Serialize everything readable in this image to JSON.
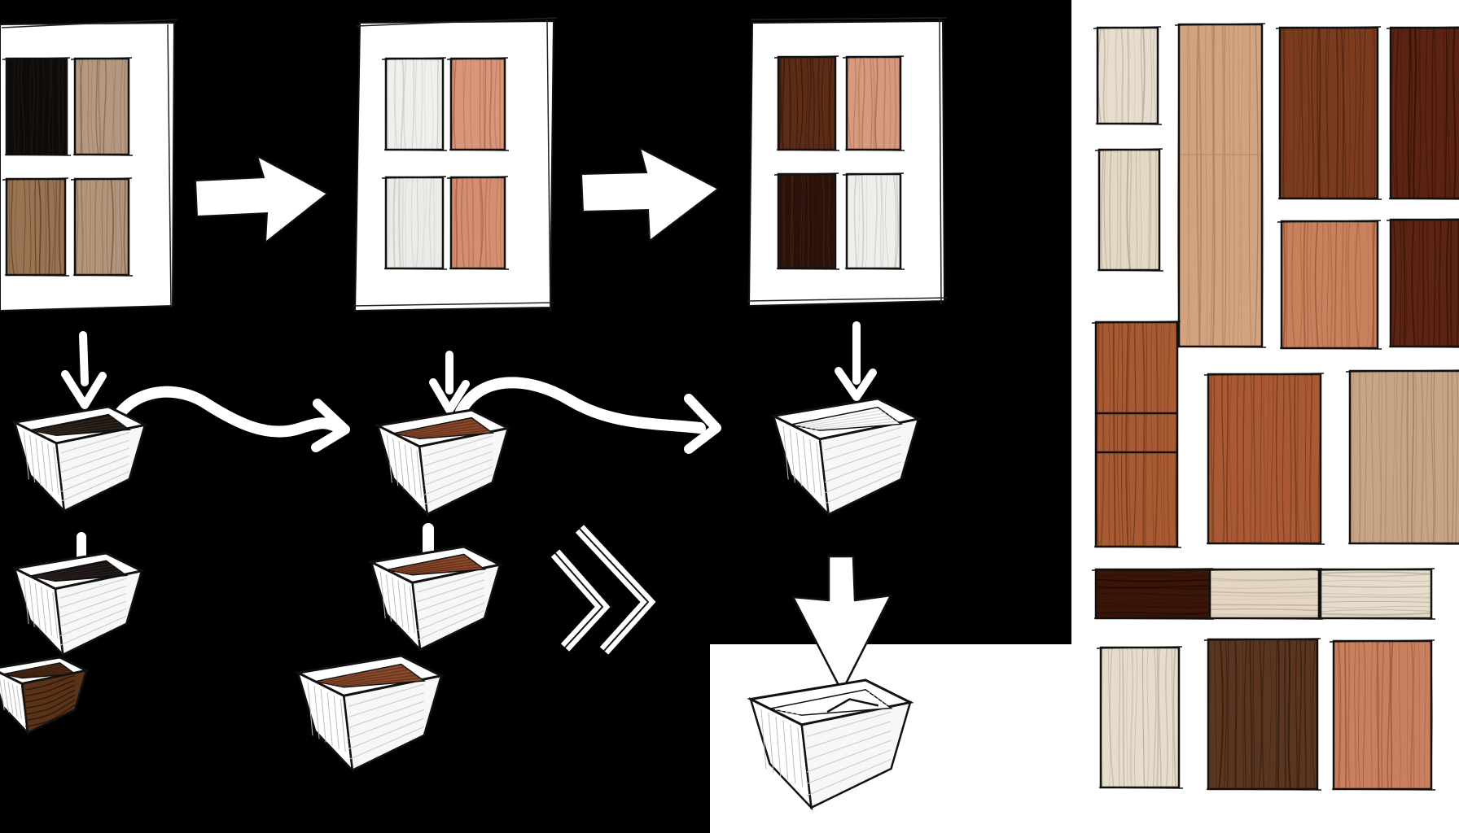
{
  "diagram": {
    "background": "#000000",
    "paper": "#ffffff",
    "ink": "#111111",
    "arrow_color": "#ffffff"
  },
  "palette_cards": [
    {
      "id": "card-1",
      "swatches": [
        {
          "wood": "ebony",
          "base": "#0e0b09",
          "grain": "#2a211b"
        },
        {
          "wood": "walnut-light",
          "base": "#b49980",
          "grain": "#7f6654"
        },
        {
          "wood": "walnut",
          "base": "#9a7352",
          "grain": "#5b3d26"
        },
        {
          "wood": "walnut-light",
          "base": "#b2957b",
          "grain": "#7a5c45"
        }
      ]
    },
    {
      "id": "card-2",
      "swatches": [
        {
          "wood": "white-oak",
          "base": "#efefec",
          "grain": "#c9c9c4"
        },
        {
          "wood": "cherry",
          "base": "#d8967a",
          "grain": "#a8654b"
        },
        {
          "wood": "white-oak",
          "base": "#ecebe8",
          "grain": "#c5c5bf"
        },
        {
          "wood": "cherry",
          "base": "#d48f72",
          "grain": "#a35f44"
        }
      ]
    },
    {
      "id": "card-3",
      "swatches": [
        {
          "wood": "mahogany-dark",
          "base": "#5c2c17",
          "grain": "#2e140a"
        },
        {
          "wood": "cherry",
          "base": "#d69a7f",
          "grain": "#a7664c"
        },
        {
          "wood": "ebony-brown",
          "base": "#2a120a",
          "grain": "#4a2517"
        },
        {
          "wood": "white-oak",
          "base": "#eeeeeb",
          "grain": "#c4c4bf"
        }
      ]
    }
  ],
  "bins": [
    {
      "id": "bin-1",
      "fill": "#1a1410",
      "grain": "#3a2e24"
    },
    {
      "id": "bin-2",
      "fill": "#8b4a2d",
      "grain": "#5e2d18"
    },
    {
      "id": "bin-3",
      "fill": "#ffffff",
      "grain": "#cfcfcf"
    },
    {
      "id": "bin-4",
      "fill": "#151111",
      "grain": "#2f2620"
    },
    {
      "id": "bin-5",
      "fill": "#8e4a2c",
      "grain": "#5a2a16"
    },
    {
      "id": "bin-6",
      "fill": "#5a3218",
      "grain": "#2f180a"
    },
    {
      "id": "bin-7",
      "fill": "#8a4b2c",
      "grain": "#5d2e17"
    },
    {
      "id": "bin-8",
      "fill": "#ffffff",
      "grain": "#ffffff"
    }
  ],
  "sample_board": {
    "background": "#ffffff",
    "panels": [
      {
        "id": "p1",
        "base": "#e6ddcf",
        "grain": "#b7aa98"
      },
      {
        "id": "p2",
        "base": "#d2a37f",
        "grain": "#a77a57"
      },
      {
        "id": "p3",
        "base": "#7a3b1f",
        "grain": "#4b1f0d"
      },
      {
        "id": "p4",
        "base": "#5a2312",
        "grain": "#2f0f06"
      },
      {
        "id": "p5",
        "base": "#e3d7c5",
        "grain": "#b3a38e"
      },
      {
        "id": "p6",
        "base": "#c9805c",
        "grain": "#9a5435"
      },
      {
        "id": "p7",
        "base": "#5b2413",
        "grain": "#2f1006"
      },
      {
        "id": "p8",
        "base": "#a85a33",
        "grain": "#6f3519"
      },
      {
        "id": "p9",
        "base": "#a95a34",
        "grain": "#6d3317"
      },
      {
        "id": "p10",
        "base": "#c8a486",
        "grain": "#9b7a5e"
      },
      {
        "id": "p11",
        "base": "#3a1509",
        "grain": "#1d0903"
      },
      {
        "id": "p12",
        "base": "#e3d6c2",
        "grain": "#bcab95"
      },
      {
        "id": "p13",
        "base": "#e6dccc",
        "grain": "#b8aa96"
      },
      {
        "id": "p14",
        "base": "#e6dccc",
        "grain": "#b8aa96"
      },
      {
        "id": "p15",
        "base": "#5a3520",
        "grain": "#2d190d"
      },
      {
        "id": "p16",
        "base": "#c9805f",
        "grain": "#985236"
      }
    ]
  }
}
